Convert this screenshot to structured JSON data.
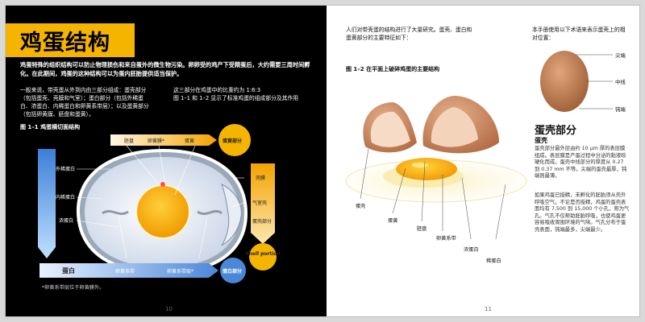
{
  "left_page": {
    "title": "鸡蛋结构",
    "intro": "鸡蛋特殊的组织结构可以防止物理损伤和来自蛋外的微生物污染。卵卵受的鸡产下受精蛋后，大约需要三周时间孵化。在此期间，鸡蛋的这种结构可以为蛋内胚胎提供适当保护。",
    "body_left": "一般来说，带壳蛋从外到内由三部分组成：蛋壳部分（包括蛋壳、壳膜和气室）；蛋白部分（包括外稀蛋白、浓蛋白、内稀蛋白和卵黄系带层）；以及蛋黄部分（包括卵黄膜、胚盘和蛋黄）。",
    "body_right": "这三部分在鸡蛋中的比重约为 1:6:3\n图 1–1 和 1–2 显示了标准鸡蛋的组成部分及其作用",
    "figure_title": "图 1–1 鸡蛋横切面结构",
    "diagram": {
      "top_labels": [
        "胚盘",
        "卵黄膜*",
        "蛋黄"
      ],
      "yolk_part": "蛋黄部分",
      "left_labels": [
        "外稀蛋白",
        "内稀蛋白",
        "浓蛋白"
      ],
      "right_labels": [
        "壳膜",
        "气室壳",
        "蛋壳部分"
      ],
      "shell_portion": "Shell portion",
      "bottom_left": "蛋白",
      "bottom_labels": [
        "卵黄系带",
        "卵黄系带层*"
      ],
      "albumen_part": "蛋白部分"
    },
    "footnote": "*卵黄系带层位于卵黄膜外。",
    "page_number": "10"
  },
  "right_page": {
    "intro": "人们对带壳蛋的结构进行了大量研究。蛋壳、蛋白和蛋黄部分的主要特征如下：",
    "side_intro": "本手册使用以下术语来表示蛋壳上的相对位置：",
    "figure_title": "图 1–2 在平面上破碎鸡蛋的主要结构",
    "photo_labels": [
      "蛋壳",
      "蛋黄",
      "胚盘",
      "卵黄系带",
      "浓蛋白",
      "稀蛋白"
    ],
    "position_labels": [
      "尖端",
      "中线",
      "钝端"
    ],
    "shell_heading": "蛋壳部分",
    "shell_sub": "蛋壳",
    "shell_p1": "蛋壳部分最外层由约 10 µm 厚的表层膜组成。表层膜是产蛋过程中分泌的黏液晾硬化而成。蛋壳中线部分的厚度从 0.27 到 0.37 mm 不等。尖端的蛋壳最厚，钝端则最薄。",
    "shell_p2": "如果鸡蛋已授精，未孵化的胚胎须从壳外呼吸空气。不论是否授精，鸡蛋的蛋壳表面均有 7,500 到 15,000 个小孔，称为气孔。气孔不仅帮助胚胎呼吸，也使鸡蛋更容易吸收周围环境的气味。气孔分布于蛋壳表面，钝端最多，尖端最少。",
    "page_number": "11"
  }
}
